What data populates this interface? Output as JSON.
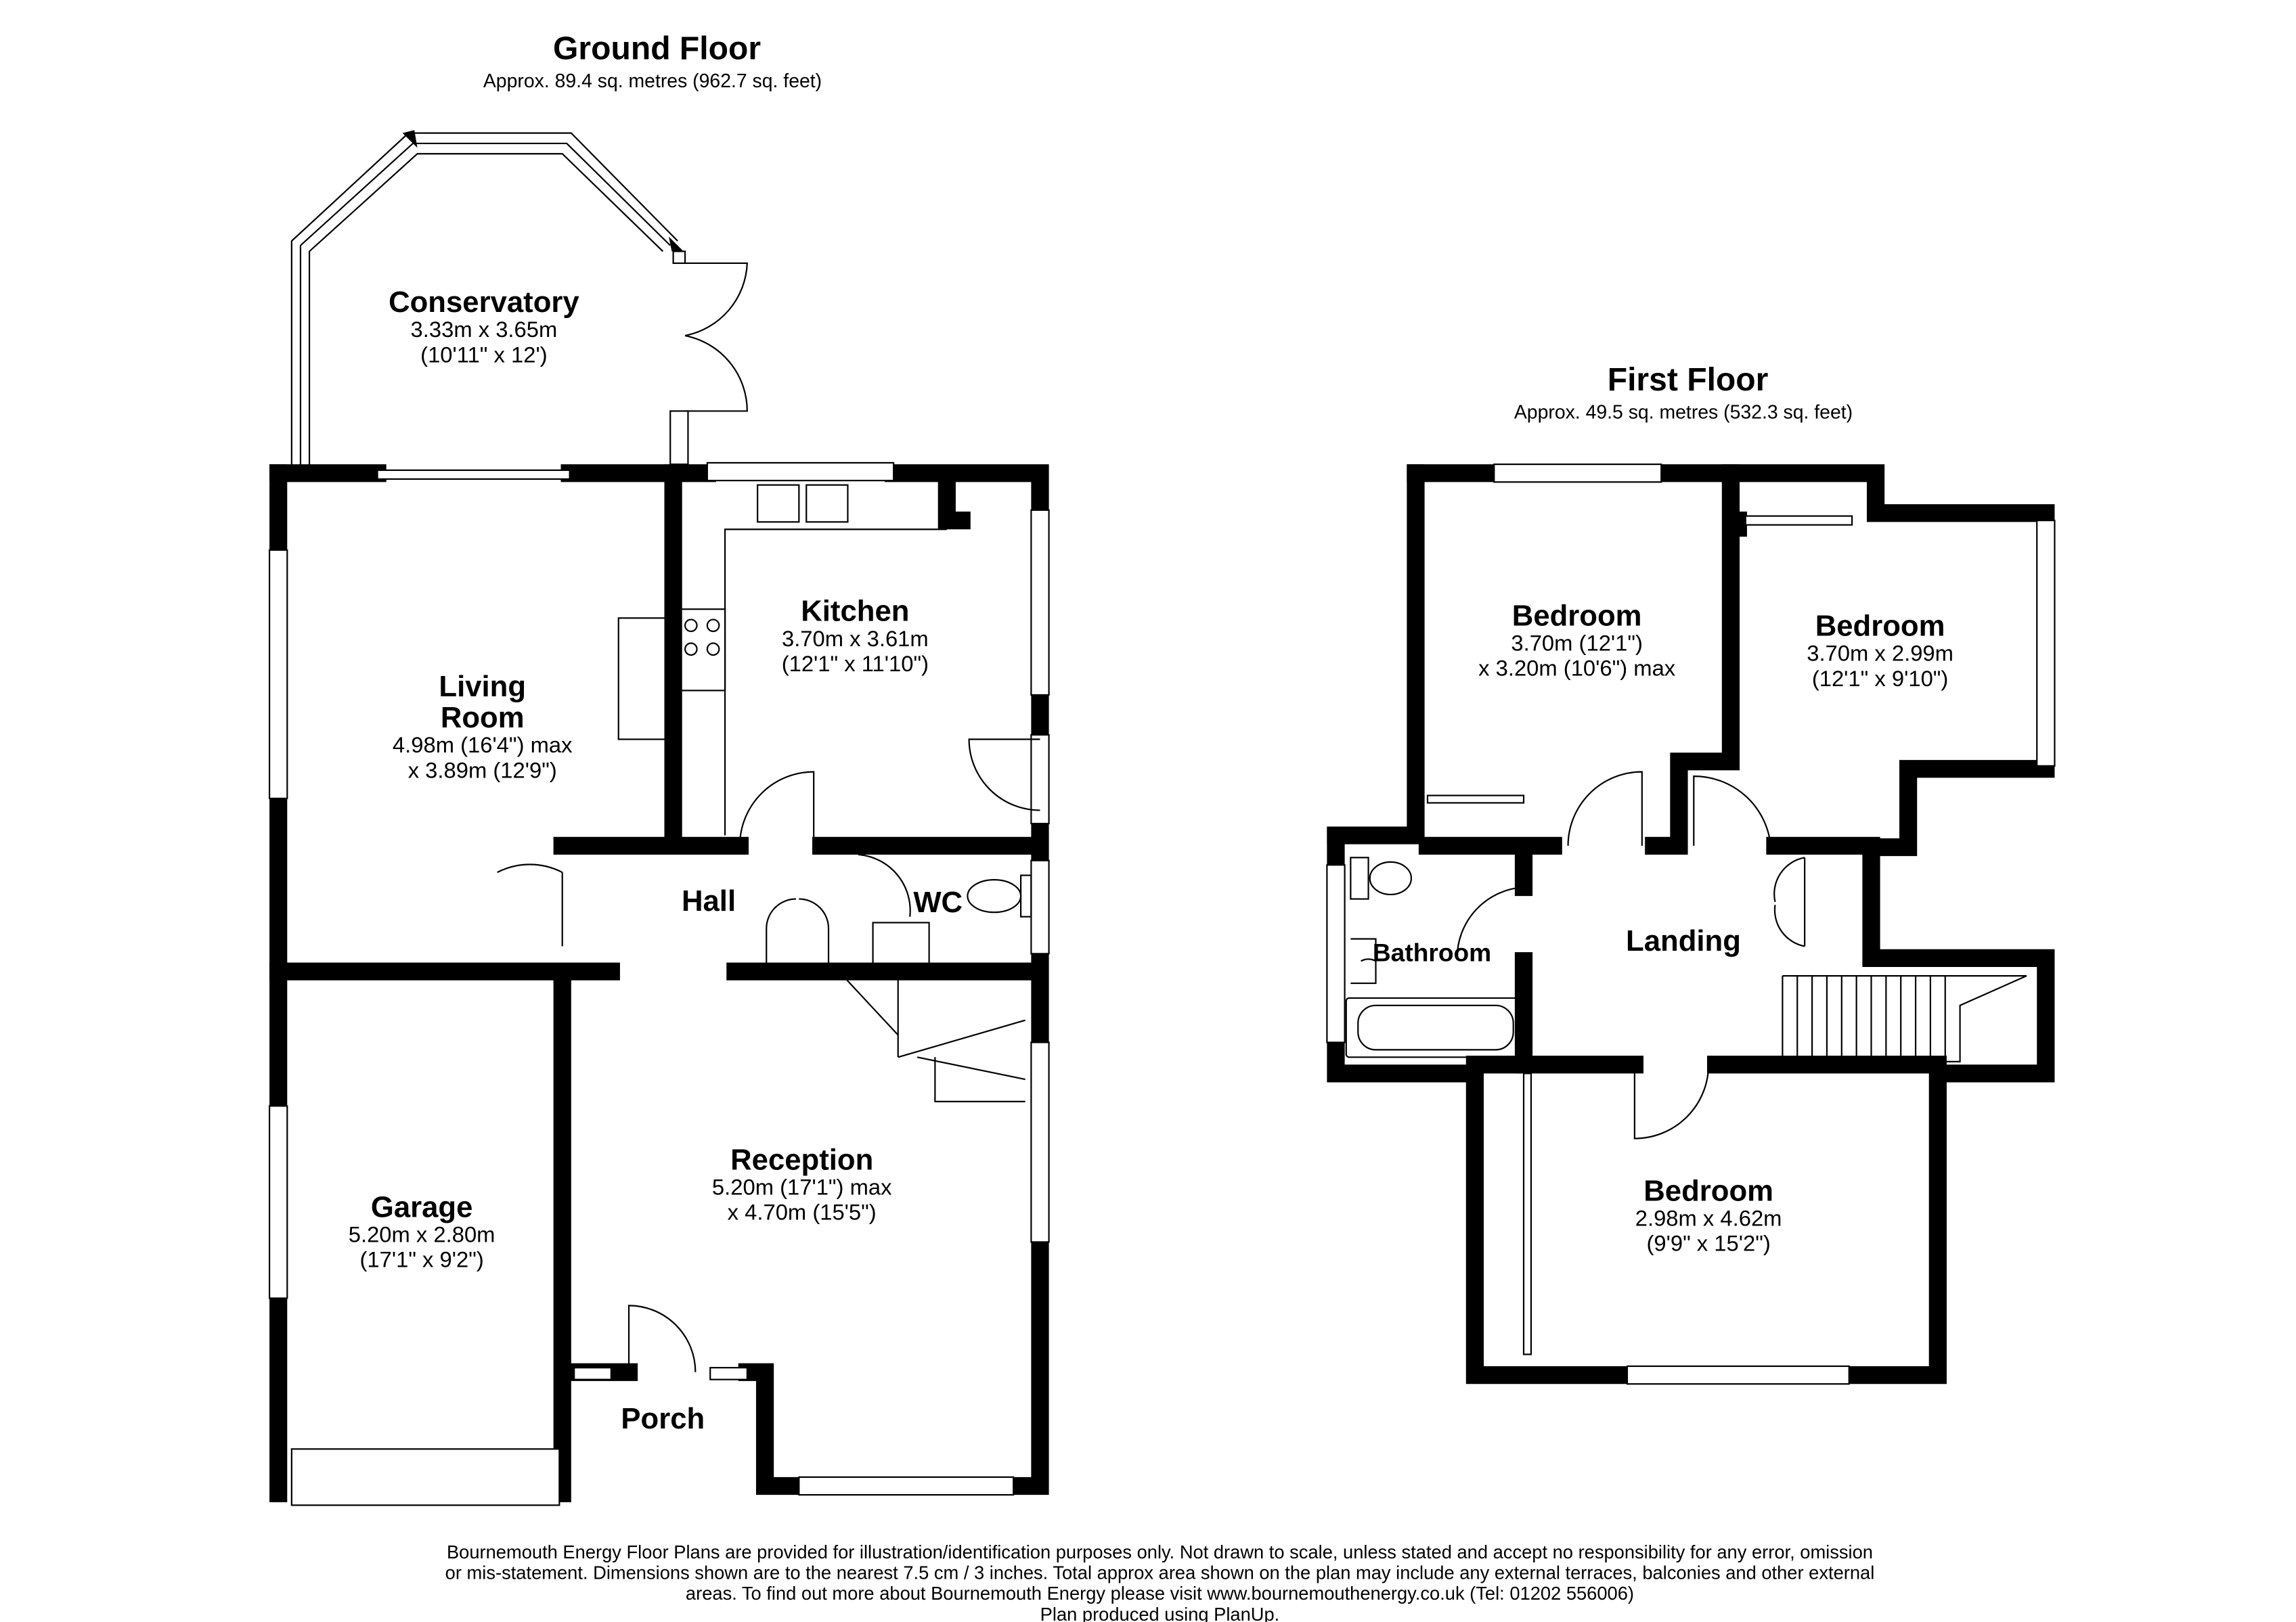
{
  "ground_floor": {
    "title": "Ground Floor",
    "area": "Approx. 89.4 sq. metres (962.7 sq. feet)",
    "rooms": [
      {
        "name": "Conservatory",
        "dim1": "3.33m x 3.65m",
        "dim2": "(10'11\" x 12')"
      },
      {
        "name": "Kitchen",
        "dim1": "3.70m x 3.61m",
        "dim2": "(12'1\" x 11'10\")"
      },
      {
        "name": "Living",
        "name2": "Room",
        "dim1": "4.98m (16'4\") max",
        "dim2": "x 3.89m (12'9\")"
      },
      {
        "name": "Hall"
      },
      {
        "name": "WC"
      },
      {
        "name": "Reception",
        "dim1": "5.20m (17'1\") max",
        "dim2": "x 4.70m (15'5\")"
      },
      {
        "name": "Garage",
        "dim1": "5.20m x 2.80m",
        "dim2": "(17'1\" x 9'2\")"
      },
      {
        "name": "Porch"
      }
    ]
  },
  "first_floor": {
    "title": "First Floor",
    "area": "Approx. 49.5 sq. metres (532.3 sq. feet)",
    "rooms": [
      {
        "name": "Bedroom",
        "dim1": "3.70m (12'1\")",
        "dim2": "x 3.20m (10'6\") max"
      },
      {
        "name": "Bedroom",
        "dim1": "3.70m x 2.99m",
        "dim2": "(12'1\" x 9'10\")"
      },
      {
        "name": "Bathroom"
      },
      {
        "name": "Landing"
      },
      {
        "name": "Bedroom",
        "dim1": "2.98m x 4.62m",
        "dim2": "(9'9\" x 15'2\")"
      }
    ]
  },
  "footer": {
    "line1": "Bournemouth Energy Floor Plans are provided for illustration/identification purposes only. Not drawn to scale, unless stated and accept no responsibility for any error, omission",
    "line2": "or mis-statement. Dimensions shown are to the nearest 7.5 cm / 3 inches. Total approx area shown on the plan may include any external terraces, balconies and other external",
    "line3": "areas. To find out more about Bournemouth Energy please visit www.bournemouthenergy.co.uk (Tel: 01202 556006)",
    "line4": "Plan produced using PlanUp."
  }
}
